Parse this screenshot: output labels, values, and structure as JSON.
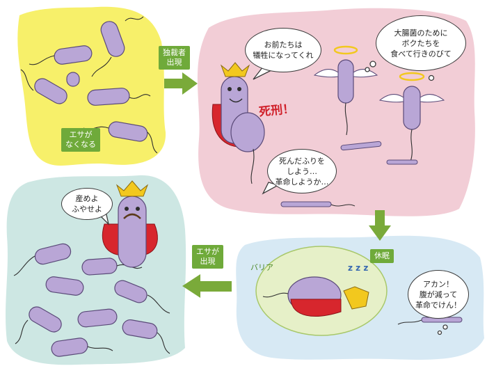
{
  "labels": {
    "no_food": "エサが\nなくなる",
    "dictator": "独裁者\n出現",
    "dormancy": "休眠",
    "food_appears": "エサが\n出現",
    "barrier": "バリア"
  },
  "bubbles": {
    "king_order": "お前たちは\n犠牲になってくれ",
    "angel": "大腸菌のために\nボクたちを\n食べて行きのびて",
    "playing_dead": "死んだふりを\nしよう…\n革命しようか…",
    "multiply": "産めよ\nふやせよ",
    "hungry": "アカン！\n腹が減って\n革命でけん！"
  },
  "exclamations": {
    "death_penalty": "死刑！",
    "zzz": "z z z"
  },
  "colors": {
    "yellow_region": "#f7f06a",
    "pink_region": "#f2cdd6",
    "teal_region": "#cde7e3",
    "blue_region": "#d7e9f4",
    "barrier_green": "#e6f0c8",
    "bacterium": "#b9a6d6",
    "bacterium_outline": "#5a4a78",
    "crown": "#f2c81e",
    "cape": "#d7262d",
    "arrow_green": "#7aaa3a",
    "label_green": "#6faa3a"
  }
}
